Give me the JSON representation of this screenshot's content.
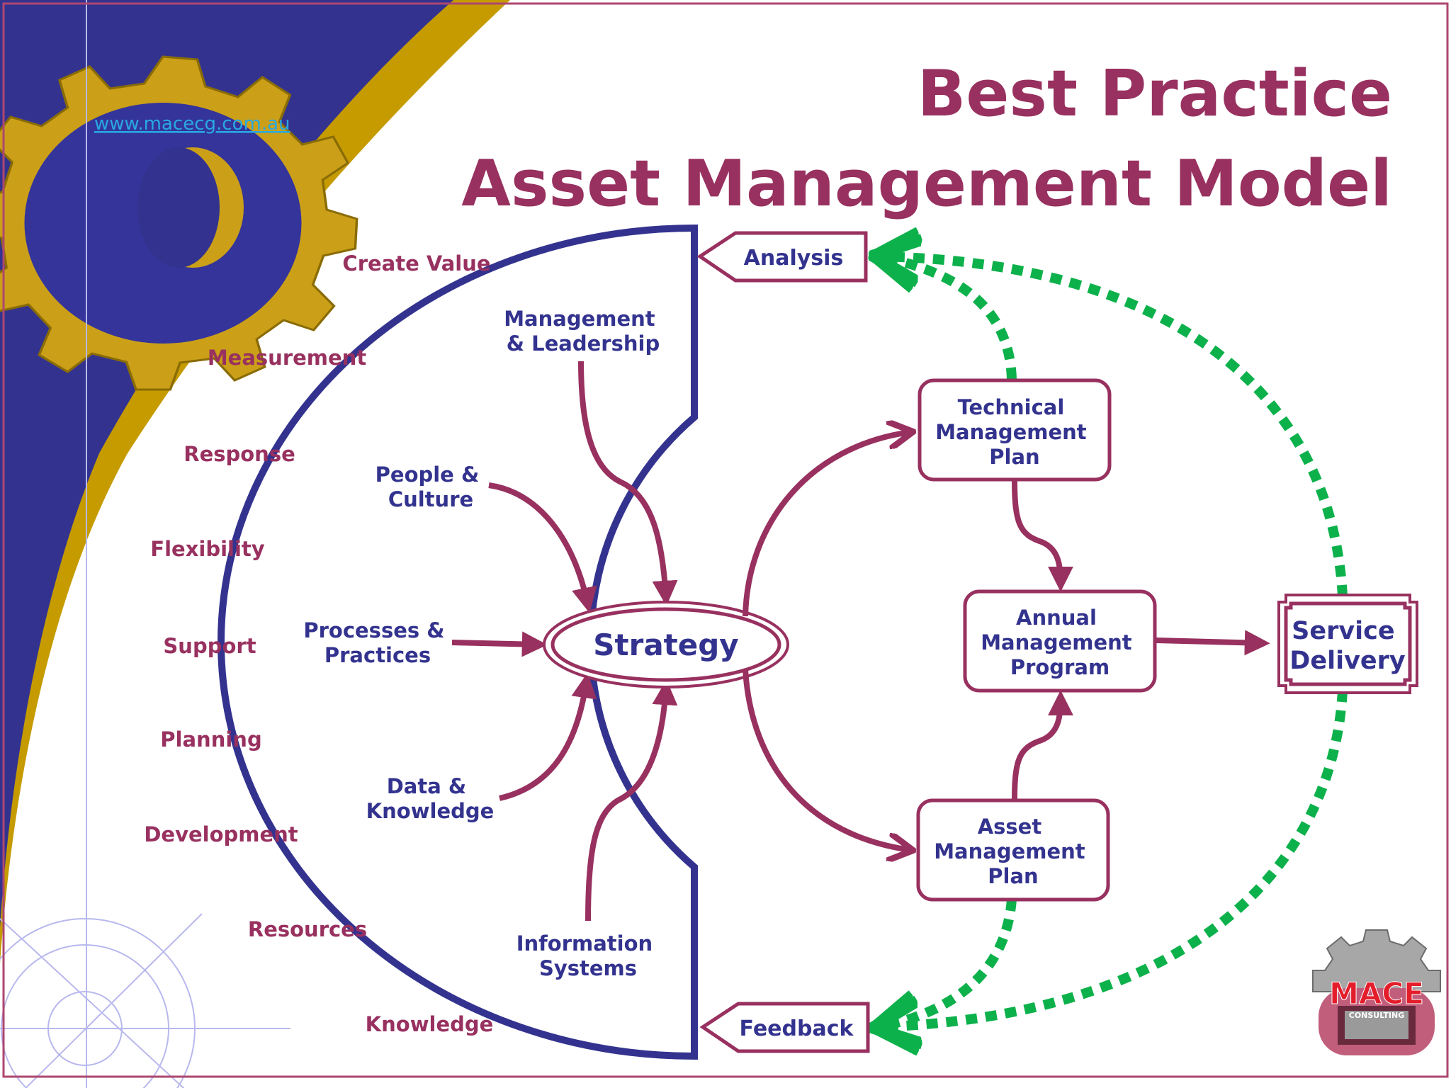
{
  "colors": {
    "magenta": "#98315f",
    "navy": "#33338f",
    "green": "#0db14b",
    "gold": "#c59b00",
    "frame": "#ad476f",
    "gear": "#cba018",
    "light_blue_lines": "#b8b8ee"
  },
  "site_url": "www.macecg.com.au",
  "title": {
    "line1": "Best Practice",
    "line2": "Asset Management Model"
  },
  "outer_values": [
    "Create Value",
    "Measurement",
    "Response",
    "Flexibility",
    "Support",
    "Planning",
    "Development",
    "Resources",
    "Knowledge"
  ],
  "inputs": {
    "management": [
      "Management",
      "& Leadership"
    ],
    "people": [
      "People &",
      "Culture"
    ],
    "processes": [
      "Processes &",
      "Practices"
    ],
    "data": [
      "Data &",
      "Knowledge"
    ],
    "information": [
      "Information",
      "Systems"
    ]
  },
  "strategy": "Strategy",
  "boxes": {
    "technical": [
      "Technical",
      "Management",
      "Plan"
    ],
    "annual": [
      "Annual",
      "Management",
      "Program"
    ],
    "asset": [
      "Asset",
      "Management",
      "Plan"
    ],
    "service": [
      "Service",
      "Delivery"
    ]
  },
  "analysis": "Analysis",
  "feedback": "Feedback",
  "logo": {
    "wordmark": "MACE",
    "subtext": "CONSULTING"
  },
  "icons": {
    "gear": "gear-icon",
    "compass": "compass-rose-icon",
    "logo": "mace-logo-icon"
  }
}
